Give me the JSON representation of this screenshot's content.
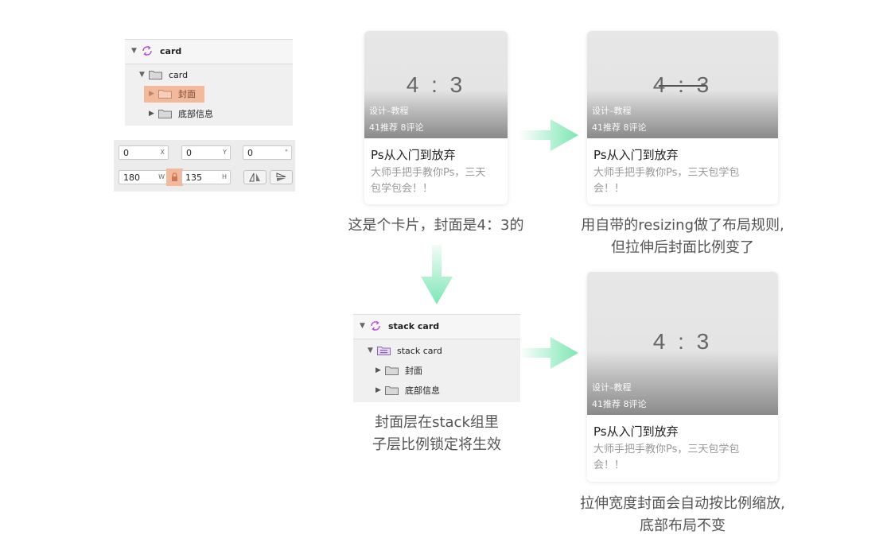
{
  "panel1": {
    "root": "card",
    "group": "card",
    "children": [
      "封面",
      "底部信息"
    ]
  },
  "inspector": {
    "x": "0",
    "x_key": "X",
    "y": "0",
    "y_key": "Y",
    "rot": "0",
    "rot_key": "°",
    "w": "180",
    "w_key": "W",
    "h": "135",
    "h_key": "H"
  },
  "panel2": {
    "root": "stack card",
    "group": "stack card",
    "children": [
      "封面",
      "底部信息"
    ]
  },
  "card": {
    "ratio": "4 : 3",
    "category": "设计–教程",
    "stats": "41推荐  8评论",
    "title": "Ps从入门到放弃",
    "desc_left": [
      "大师手把手教你Ps，三天",
      "包学包会！！"
    ],
    "desc_right": [
      "大师手把手教你Ps，三天包学包",
      "会！！"
    ]
  },
  "captions": {
    "c1": "这是个卡片，封面是4：3的",
    "c2_line1": "用自带的resizing做了布局规则,",
    "c2_line2": "但拉伸后封面比例变了",
    "c3_line1": "封面层在stack组里",
    "c3_line2": "子层比例锁定将生效",
    "c4_line1": "拉伸宽度封面会自动按比例缩放,",
    "c4_line2": "底部布局不变"
  },
  "colors": {
    "arrow": "#7de6b4",
    "highlight": "#f2b99c",
    "sync_icon": "#b34bd8"
  }
}
